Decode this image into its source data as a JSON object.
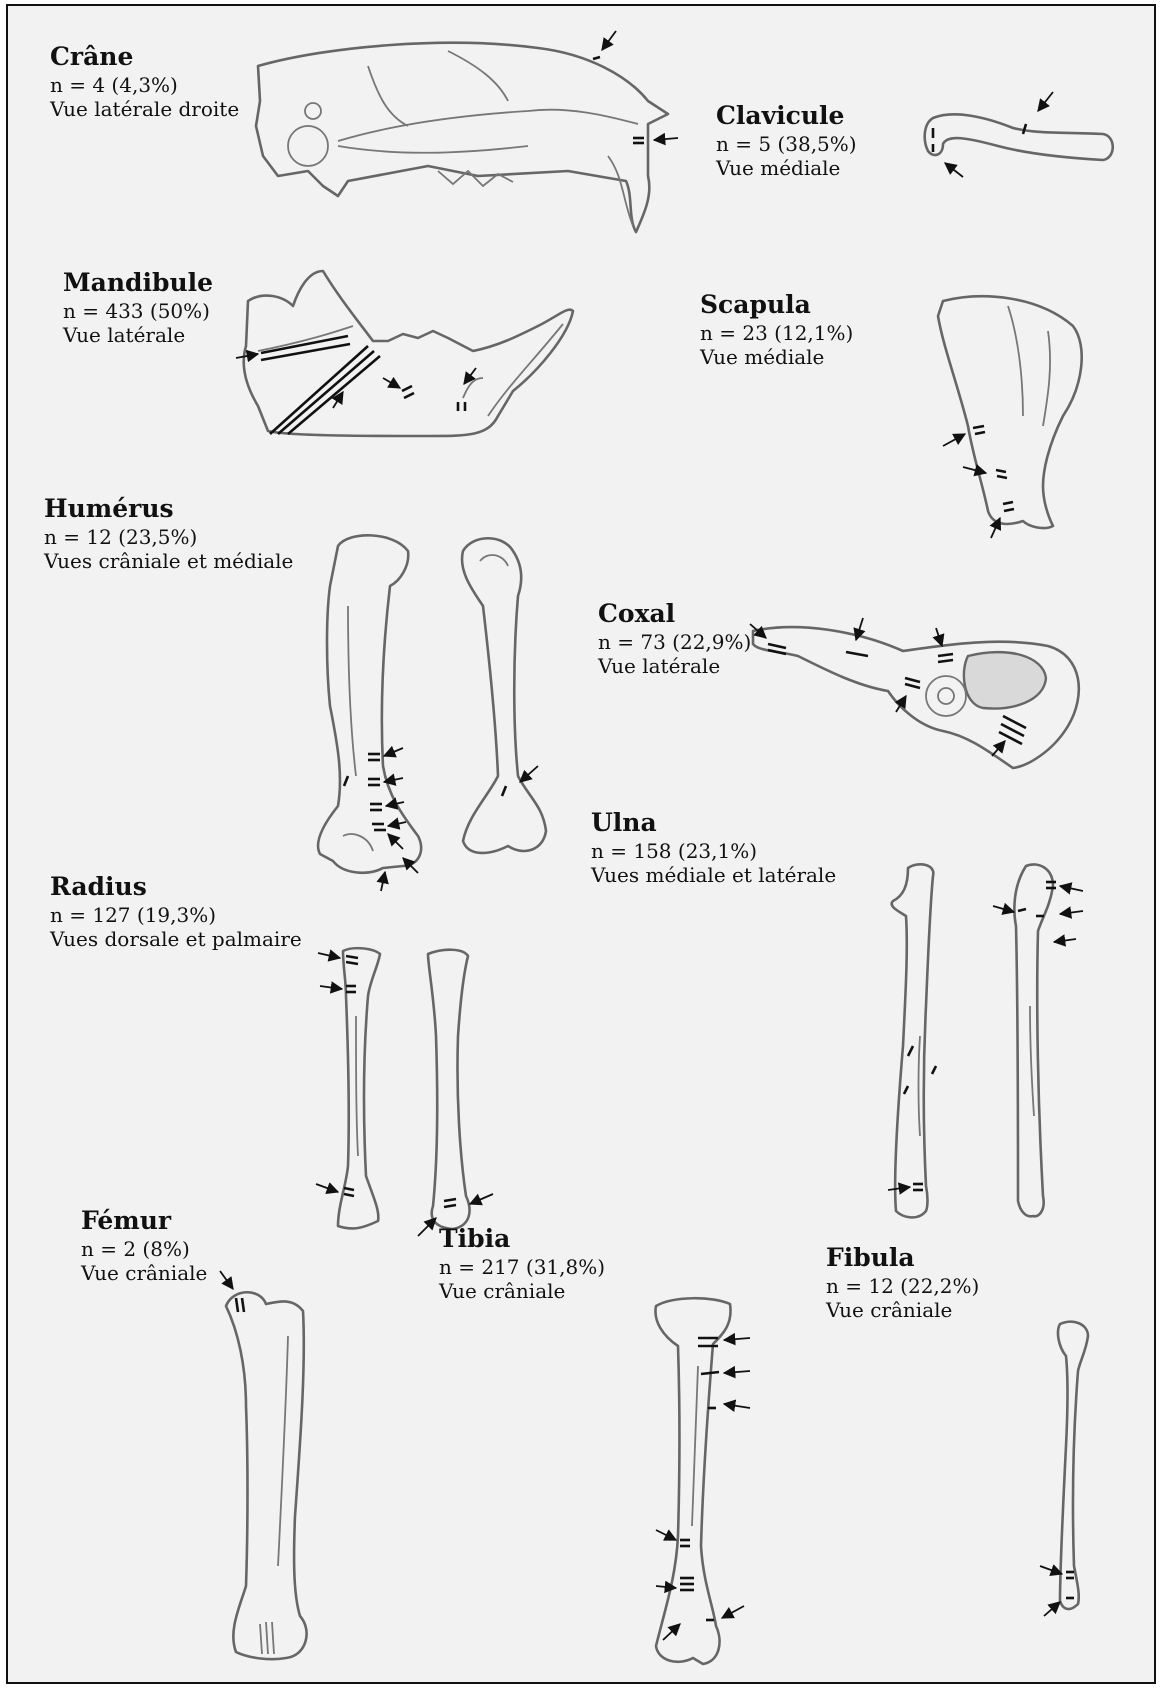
{
  "legend": "",
  "bones": [
    {
      "id": "crane",
      "name": "Crâne",
      "count": "n = 4 (4,3%)",
      "view": "Vue latérale droite"
    },
    {
      "id": "clavicule",
      "name": "Clavicule",
      "count": "n = 5 (38,5%)",
      "view": "Vue médiale"
    },
    {
      "id": "mandibule",
      "name": "Mandibule",
      "count": "n = 433 (50%)",
      "view": "Vue latérale"
    },
    {
      "id": "scapula",
      "name": "Scapula",
      "count": "n = 23 (12,1%)",
      "view": "Vue médiale"
    },
    {
      "id": "humerus",
      "name": "Humérus",
      "count": "n = 12 (23,5%)",
      "view": "Vues crâniale et médiale"
    },
    {
      "id": "coxal",
      "name": "Coxal",
      "count": "n = 73 (22,9%)",
      "view": "Vue latérale"
    },
    {
      "id": "ulna",
      "name": "Ulna",
      "count": "n = 158 (23,1%)",
      "view": "Vues médiale et latérale"
    },
    {
      "id": "radius",
      "name": "Radius",
      "count": "n = 127 (19,3%)",
      "view": "Vues dorsale et palmaire"
    },
    {
      "id": "femur",
      "name": "Fémur",
      "count": "n = 2 (8%)",
      "view": "Vue crâniale"
    },
    {
      "id": "tibia",
      "name": "Tibia",
      "count": "n = 217 (31,8%)",
      "view": "Vue crâniale"
    },
    {
      "id": "fibula",
      "name": "Fibula",
      "count": "n = 12 (22,2%)",
      "view": "Vue crâniale"
    }
  ],
  "colors": {
    "frame": "#111111",
    "panel": "#f2f2f2",
    "bone_outline": "#666666",
    "cut_marks": "#111111",
    "acetabulum_fill": "#d9d9d9"
  }
}
